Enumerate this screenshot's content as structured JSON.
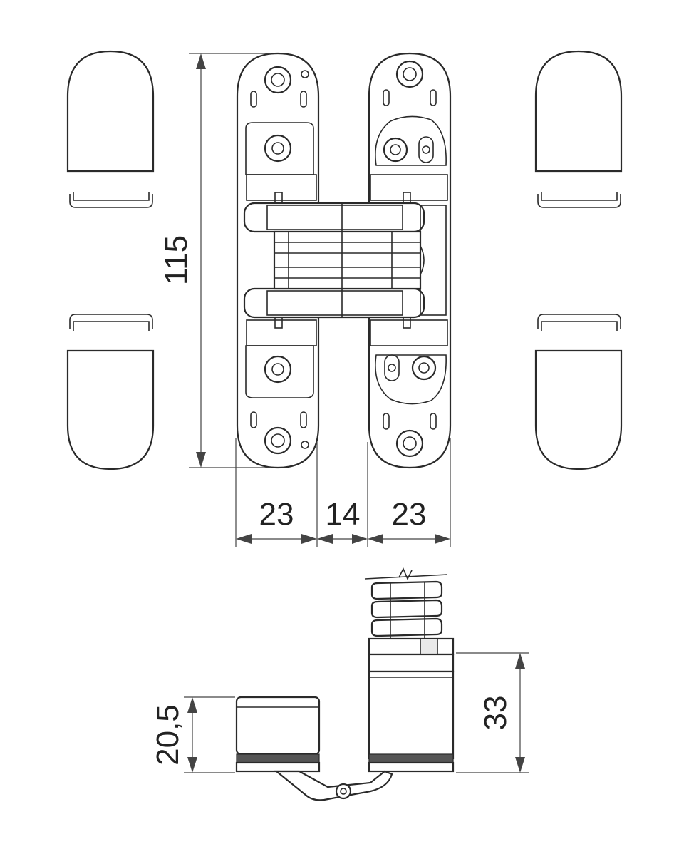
{
  "dimensions": {
    "height_total": "115",
    "width_left_leaf": "23",
    "width_center": "14",
    "width_right_leaf": "23",
    "side_left_height": "20,5",
    "side_right_height": "33"
  },
  "colors": {
    "line": "#2a2a2a",
    "dimension": "#444444",
    "background": "#ffffff"
  }
}
